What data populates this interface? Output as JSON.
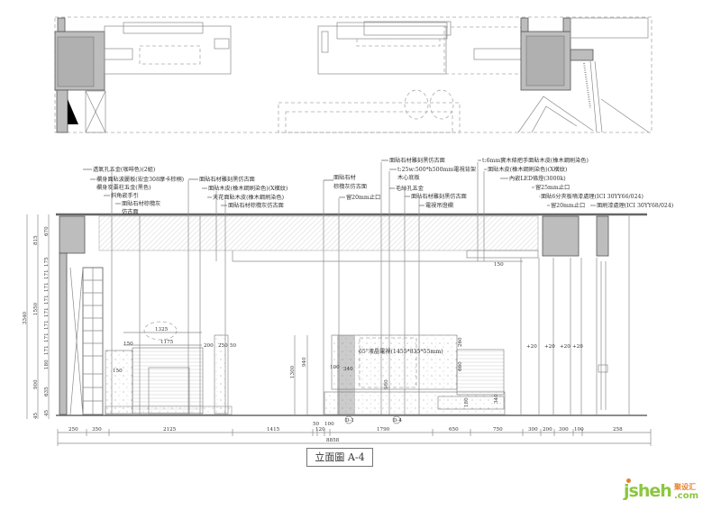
{
  "drawing_title": "立面圖 A-4",
  "annotations_left": [
    "透氣孔五金(咖啡色)(2組)",
    "欄身面貼波麗板(宏金308摩卡棕桐)",
    "欄身炭棗柱五金(黑色)",
    "斜角嵌手引",
    "面貼石材棕欖灰",
    "仿古面",
    "面貼石材雕刻黑仿古面",
    "面貼木皮(橡木鋼刷染色)(X橫紋)",
    "天花面貼木皮(橡木鋼刷染色)",
    "面貼石材棕欖灰仿古面"
  ],
  "annotations_middle": [
    "面貼石材",
    "棕欖灰仿古面",
    "留20mm止口",
    "面貼石材雕刻黑仿古面",
    "t:25w:500*h500mm電視背架",
    "木心底板",
    "毛絲孔五金",
    "面貼石材雕刻黑仿古面",
    "電視吊燈欄"
  ],
  "annotations_right": [
    "t:6mm實木條把手面貼木皮(橡木鋼刷染色)",
    "面貼木皮(橡木鋼刷染色)(X橫紋)",
    "內嵌LED條燈(3000k)",
    "留25mm止口",
    "面貼6分夾板噴漆處理(ICI 30YY66/024)",
    "留20mm止口",
    "面刷漆處理(ICI 30YY68/024)"
  ],
  "dims_bottom": [
    "250",
    "350",
    "2125",
    "1415",
    "50",
    "120",
    "100",
    "1790",
    "650",
    "750",
    "300",
    "200",
    "300",
    "100",
    "258"
  ],
  "dim_total": "8858",
  "dims_left_outer": [
    "3340"
  ],
  "dims_left_mid": [
    "815",
    "1550",
    "900",
    "45"
  ],
  "dims_left_inner": [
    "670",
    "175",
    "171",
    "171",
    "171",
    "171",
    "171",
    "171",
    "171",
    "180",
    "635",
    "45"
  ],
  "dims_inner": {
    "d1325": "1325",
    "d1175": "1175",
    "d150a": "150",
    "d150b": "150",
    "d200": "200",
    "d250": "250",
    "d50": "50",
    "d1300": "1300",
    "d940": "940",
    "d100": "100",
    "d340": "340",
    "tv": "65\"液晶電視(1455*835*55mm)",
    "d260": "260",
    "d660": "660",
    "d980": "980",
    "d180": "180",
    "d340b": "340",
    "d150c": "150",
    "p20a": "+20",
    "p20b": "+20",
    "p20c": "+20",
    "p20d": "+20"
  },
  "section_markers": [
    "D-1",
    "D-4"
  ],
  "logo": {
    "latin": "jsheh",
    "chinese": "聚设汇",
    "suffix": ".com"
  },
  "colors": {
    "line": "#8a8a8a",
    "pier": "#bdbdbd",
    "logo_green": "#8cc63f",
    "logo_orange": "#e7822a"
  }
}
